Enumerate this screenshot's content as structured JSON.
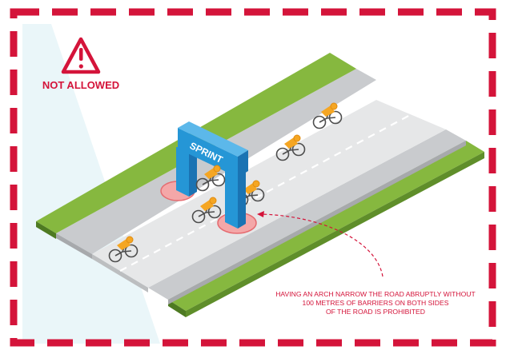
{
  "notice": {
    "label": "NOT ALLOWED",
    "icon": "warning-triangle-icon"
  },
  "arch": {
    "text": "SPRINT"
  },
  "caption": {
    "lines": [
      "HAVING AN ARCH NARROW THE ROAD ABRUPTLY WITHOUT",
      "100 METRES OF BARRIERS ON BOTH SIDES",
      "OF THE ROAD IS PROHIBITED"
    ]
  },
  "colors": {
    "accent_red": "#d4143a",
    "arch_blue": "#2596d6",
    "grass_green": "#86b83f",
    "road_grey": "#e6e7e8",
    "rider_orange": "#f5a623"
  }
}
